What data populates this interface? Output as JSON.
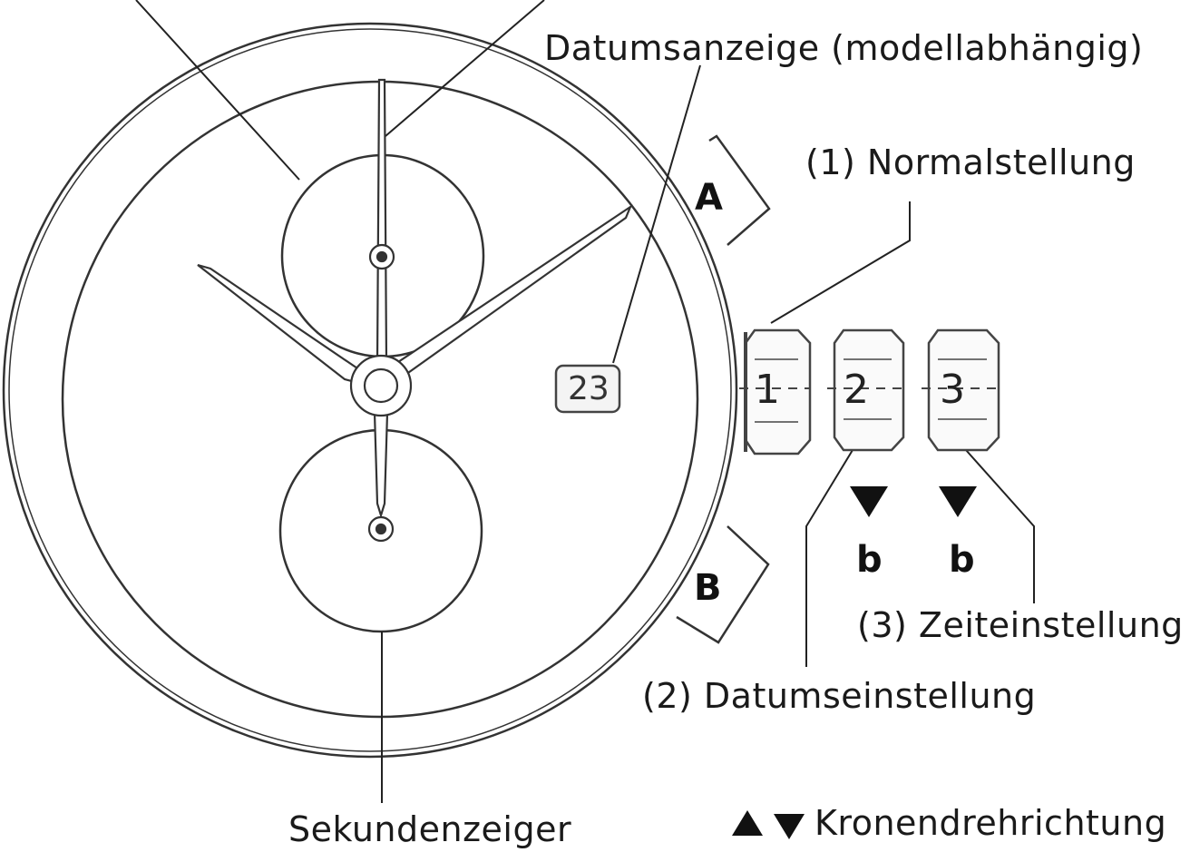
{
  "labels": {
    "date_display": "Datumsanzeige (modellabhängig)",
    "normal_position": "(1) Normalstellung",
    "time_setting": "(3) Zeiteinstellung",
    "date_setting": "(2) Datumseinstellung",
    "seconds_hand": "Sekundenzeiger",
    "crown_rotation": "Kronendrehrichtung"
  },
  "pushers": {
    "a": "A",
    "b": "B"
  },
  "crown_positions": [
    "1",
    "2",
    "3"
  ],
  "rotation_marks": [
    "b",
    "b"
  ],
  "date_window": "23"
}
